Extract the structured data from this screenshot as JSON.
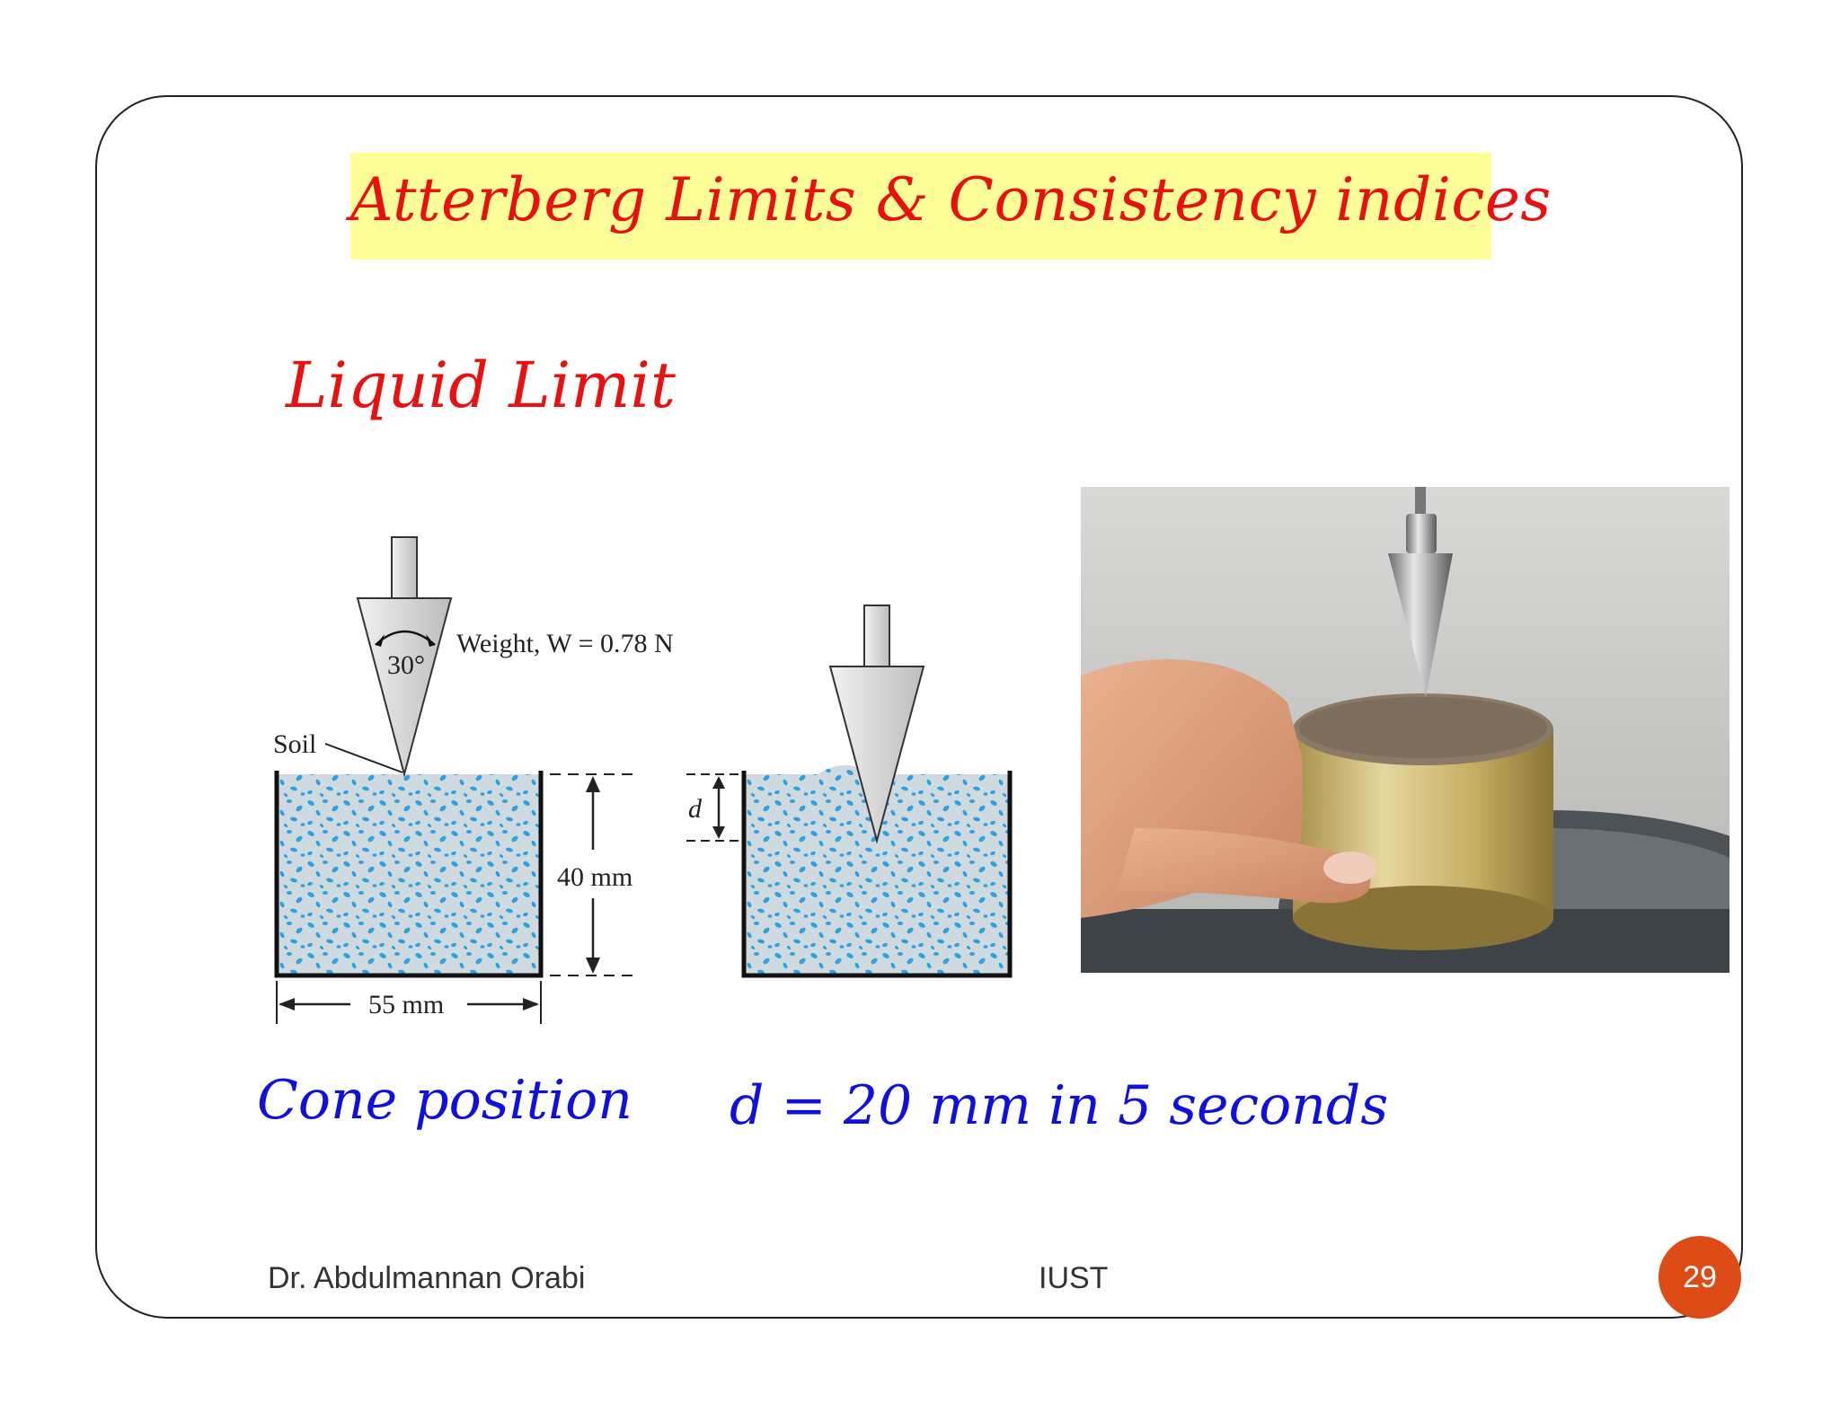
{
  "slide": {
    "title": "Atterberg Limits & Consistency indices",
    "subtitle": "Liquid Limit"
  },
  "diagram": {
    "weight_label": "Weight, W = 0.78 N",
    "angle_label": "30°",
    "soil_label": "Soil",
    "depth_dim_label": "40 mm",
    "width_dim_label": "55 mm",
    "penetration_label": "d"
  },
  "captions": {
    "left": "Cone position",
    "right": "d = 20 mm in 5 seconds"
  },
  "footer": {
    "author": "Dr. Abdulmannan Orabi",
    "institution": "IUST",
    "page_number": "29"
  },
  "colors": {
    "title_red": "#e8110f",
    "caption_blue": "#1010dd",
    "title_bg": "#ffff99",
    "badge": "#dd4b16",
    "soil_blue": "#29a3e3"
  }
}
